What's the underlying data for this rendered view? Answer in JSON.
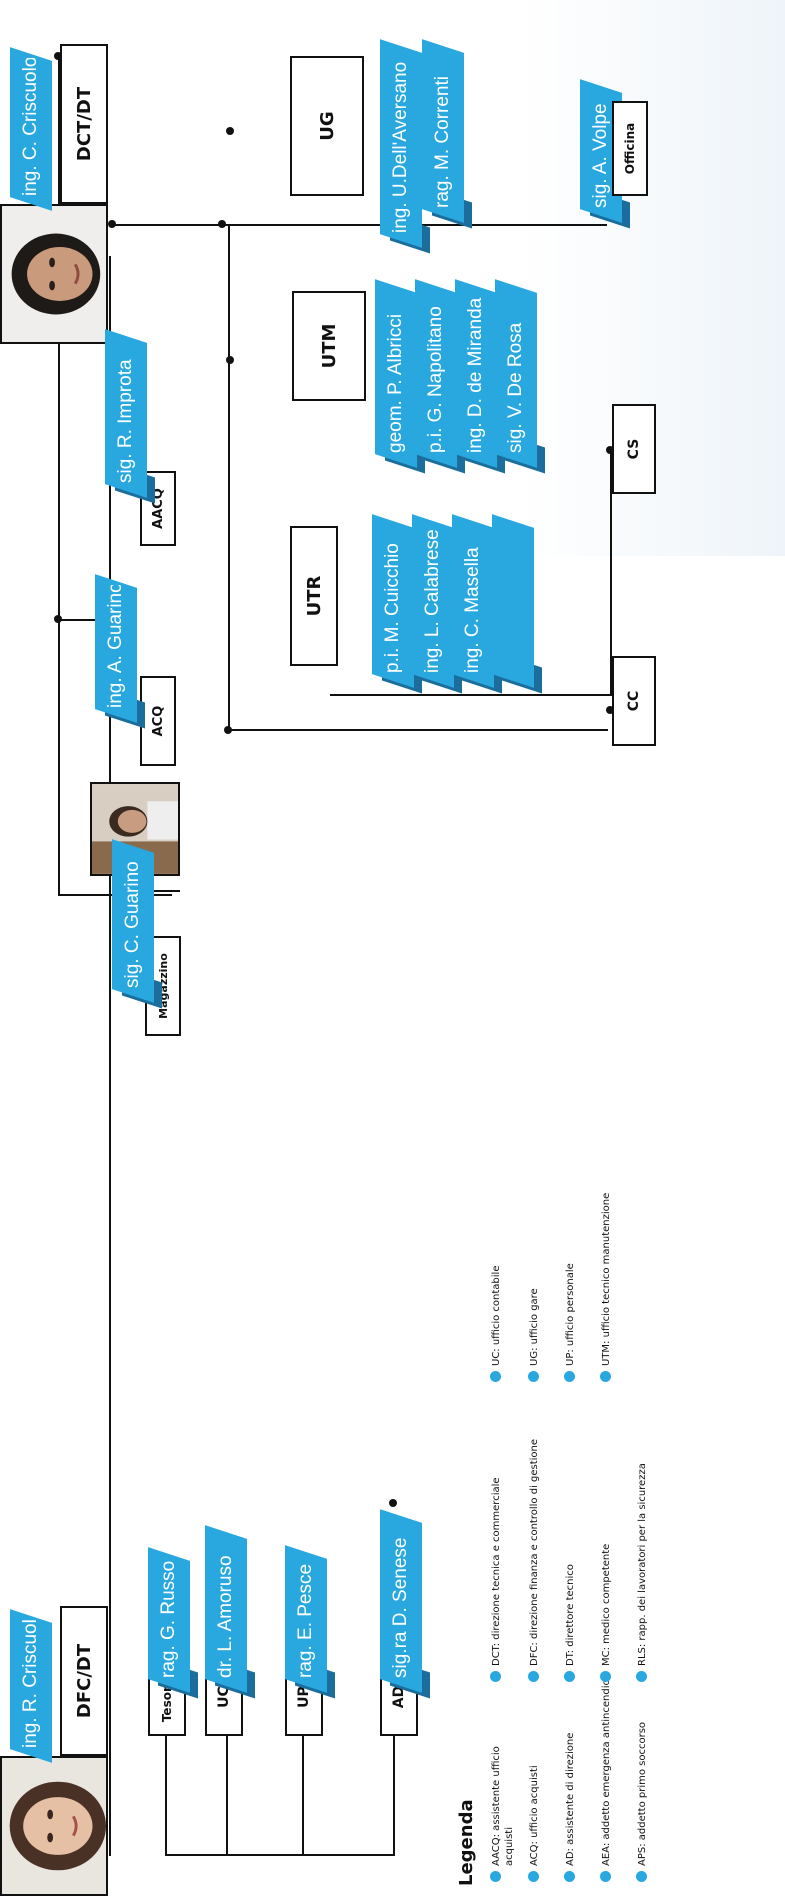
{
  "nodes": {
    "dfc_person": "ing. R. Criscuolo",
    "dfc_role": "DFC/DT",
    "dct_person": "ing. C. Criscuolo",
    "dct_role": "DCT/DT",
    "tesoreria": "Tesoreria",
    "tesoreria_person": "rag. G. Russo",
    "uc": "UC",
    "uc_person": "dr. L. Amoruso",
    "up": "UP",
    "up_person": "rag. E. Pesce",
    "ad": "AD",
    "ad_person": "sig.ra D. Senese",
    "magazzino": "Magazzino",
    "magazzino_person": "sig. C. Guarino",
    "acq": "ACQ",
    "acq_person": "ing. A. Guarino",
    "aacq": "AACQ",
    "aacq_person": "sig. R. Improta",
    "utr": "UTR",
    "utr_people": [
      "p.i. M. Cuicchio",
      "ing. L. Calabrese",
      "ing. C. Masella",
      ""
    ],
    "utm": "UTM",
    "utm_people": [
      "geom. P. Albricci",
      "p.i. G. Napolitano",
      "ing. D. de Miranda",
      "sig. V. De Rosa"
    ],
    "ug": "UG",
    "ug_people": [
      "ing. U.Dell'Aversano",
      "rag. M. Correnti"
    ],
    "officina": "Officina",
    "officina_person": "sig. A. Volpe",
    "cc": "CC",
    "cs": "CS"
  },
  "legend": {
    "title": "Legenda",
    "items": [
      "AACQ: assistente ufficio acquisti",
      "ACQ: ufficio acquisti",
      "AD: assistente di direzione",
      "AEA: addetto emergenza antincendio",
      "APS: addetto primo soccorso",
      "DCT: direzione tecnica e commerciale",
      "DFC: direzione finanza e controllo di gestione",
      "DT: direttore tecnico",
      "MC: medico competente",
      "RLS: rapp. dei lavoratori per la sicurezza",
      "UC: ufficio contabile",
      "UG: ufficio gare",
      "UP: ufficio personale",
      "UTM: ufficio tecnico manutenzione"
    ]
  },
  "colors": {
    "accent": "#29a8e0",
    "accent_dark": "#1b6d9c",
    "line": "#111111"
  }
}
